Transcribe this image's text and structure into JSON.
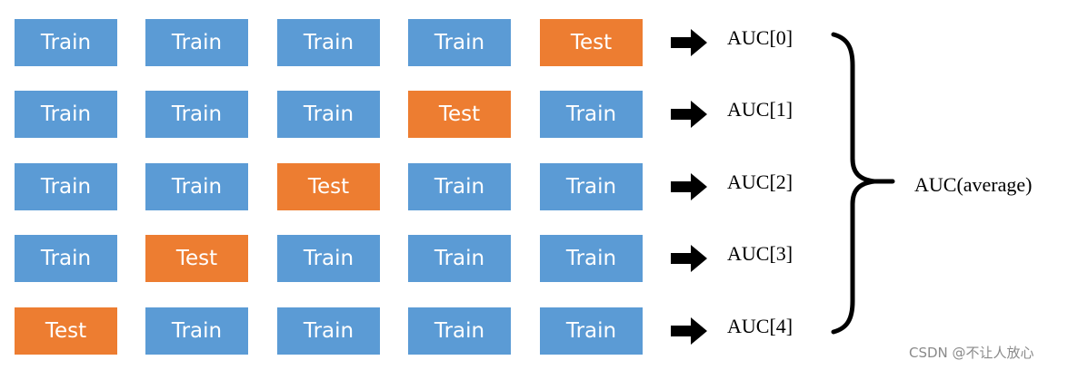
{
  "colors": {
    "train": "#5b9bd5",
    "test": "#ed7d31",
    "cell_text": "#ffffff",
    "text": "#000000",
    "watermark": "#8a8a8a"
  },
  "folds": [
    {
      "cells": [
        {
          "label": "Train",
          "kind": "train"
        },
        {
          "label": "Train",
          "kind": "train"
        },
        {
          "label": "Train",
          "kind": "train"
        },
        {
          "label": "Train",
          "kind": "train"
        },
        {
          "label": "Test",
          "kind": "test"
        }
      ],
      "result": "AUC[0]"
    },
    {
      "cells": [
        {
          "label": "Train",
          "kind": "train"
        },
        {
          "label": "Train",
          "kind": "train"
        },
        {
          "label": "Train",
          "kind": "train"
        },
        {
          "label": "Test",
          "kind": "test"
        },
        {
          "label": "Train",
          "kind": "train"
        }
      ],
      "result": "AUC[1]"
    },
    {
      "cells": [
        {
          "label": "Train",
          "kind": "train"
        },
        {
          "label": "Train",
          "kind": "train"
        },
        {
          "label": "Test",
          "kind": "test"
        },
        {
          "label": "Train",
          "kind": "train"
        },
        {
          "label": "Train",
          "kind": "train"
        }
      ],
      "result": "AUC[2]"
    },
    {
      "cells": [
        {
          "label": "Train",
          "kind": "train"
        },
        {
          "label": "Test",
          "kind": "test"
        },
        {
          "label": "Train",
          "kind": "train"
        },
        {
          "label": "Train",
          "kind": "train"
        },
        {
          "label": "Train",
          "kind": "train"
        }
      ],
      "result": "AUC[3]"
    },
    {
      "cells": [
        {
          "label": "Test",
          "kind": "test"
        },
        {
          "label": "Train",
          "kind": "train"
        },
        {
          "label": "Train",
          "kind": "train"
        },
        {
          "label": "Train",
          "kind": "train"
        },
        {
          "label": "Train",
          "kind": "train"
        }
      ],
      "result": "AUC[4]"
    }
  ],
  "summary": "AUC(average)",
  "watermark": "CSDN @不让人放心"
}
